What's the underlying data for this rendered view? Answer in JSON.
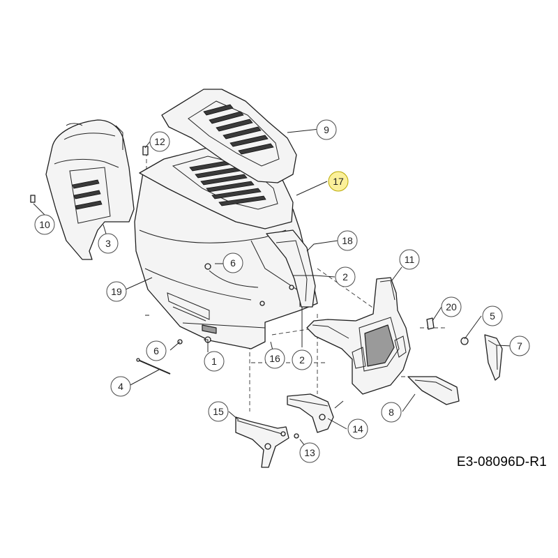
{
  "drawing": {
    "number": "E3-08096D-R1"
  },
  "callouts": [
    {
      "label": "1",
      "part": "screw"
    },
    {
      "label": "2",
      "part": "screw"
    },
    {
      "label": "2",
      "part": "screw"
    },
    {
      "label": "3",
      "part": "dash-panel"
    },
    {
      "label": "4",
      "part": "rod"
    },
    {
      "label": "5",
      "part": "bolt"
    },
    {
      "label": "6",
      "part": "nut"
    },
    {
      "label": "6",
      "part": "nut"
    },
    {
      "label": "7",
      "part": "headlight-lens-right"
    },
    {
      "label": "8",
      "part": "headlight-lens-left"
    },
    {
      "label": "9",
      "part": "hood-top-grille"
    },
    {
      "label": "10",
      "part": "screw"
    },
    {
      "label": "11",
      "part": "front-grille"
    },
    {
      "label": "12",
      "part": "screw"
    },
    {
      "label": "13",
      "part": "nut"
    },
    {
      "label": "14",
      "part": "hinge-bracket-right"
    },
    {
      "label": "15",
      "part": "hinge-bracket-left"
    },
    {
      "label": "16",
      "part": "screw"
    },
    {
      "label": "17",
      "part": "hood-insert",
      "highlighted": true
    },
    {
      "label": "18",
      "part": "headlight-bracket"
    },
    {
      "label": "19",
      "part": "hood"
    },
    {
      "label": "20",
      "part": "clip"
    }
  ],
  "colors": {
    "highlight": "#fbf09a",
    "line": "#1e1e1e"
  }
}
